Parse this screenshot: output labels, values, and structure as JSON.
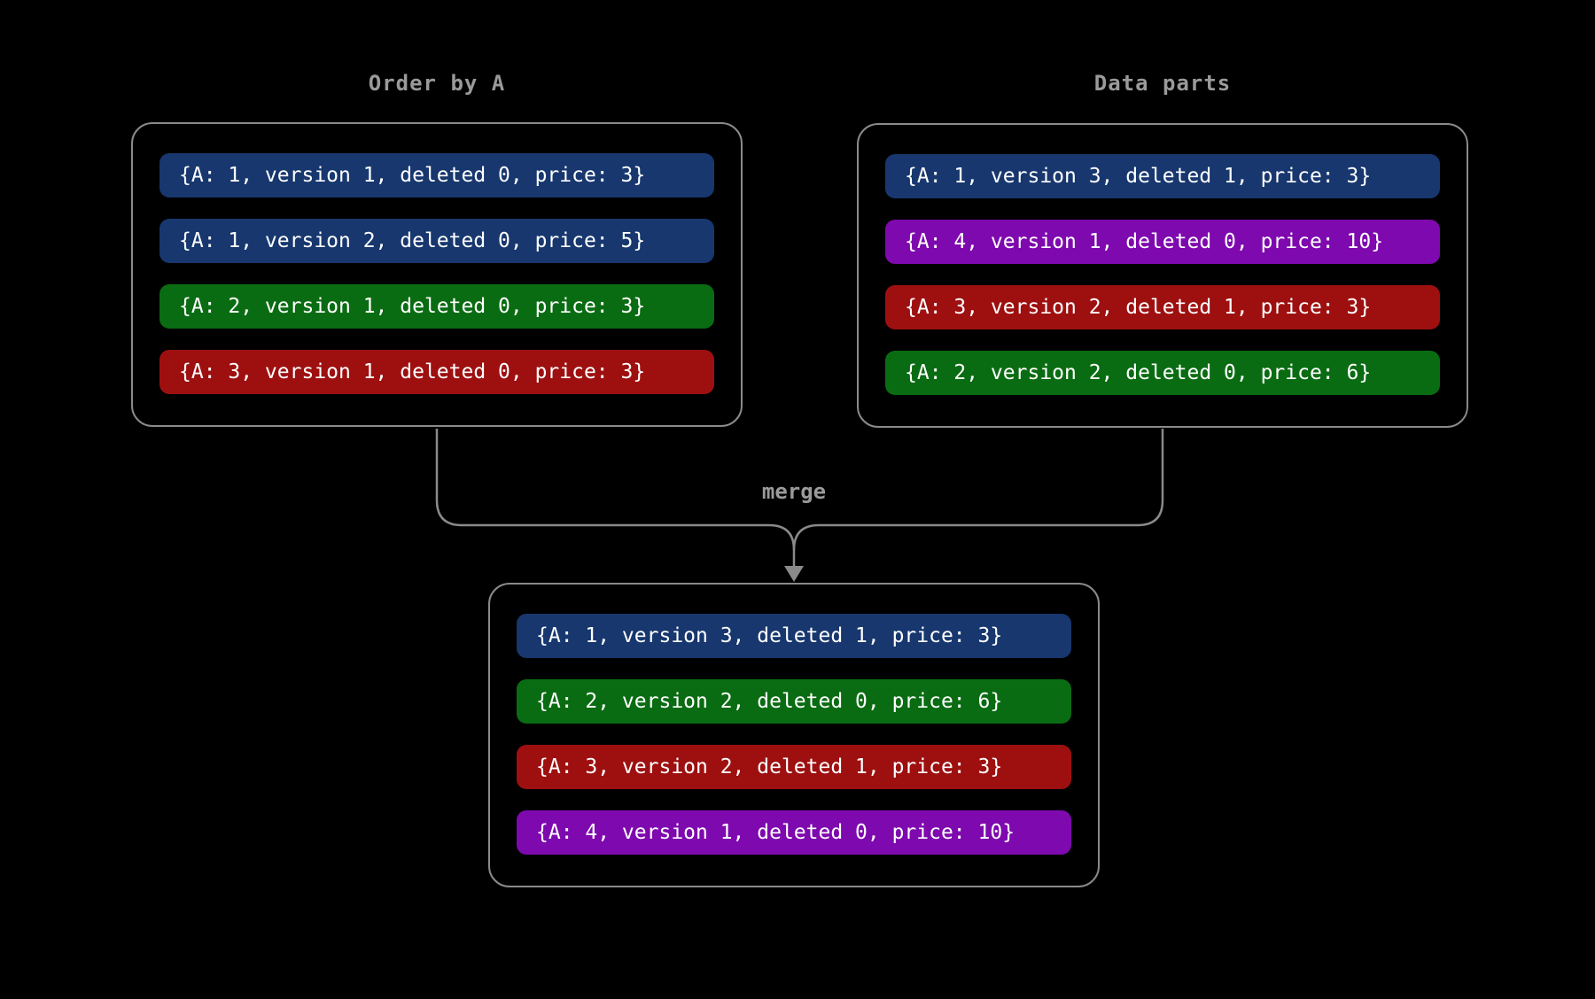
{
  "diagram": {
    "background": "#000000",
    "box_border_color": "#8a8a8a",
    "connector_color": "#8a8a8a",
    "label_color": "#9a9a9a",
    "row_text_color": "#ffffff",
    "colors": {
      "blue": "#17376e",
      "green": "#0a6c12",
      "red": "#9e1010",
      "purple": "#7e09ae"
    },
    "merge_label": "merge",
    "groups": [
      {
        "id": "order-by-a",
        "title": "Order by A",
        "rows": [
          {
            "color": "blue",
            "text": "{A: 1, version 1, deleted 0, price: 3}"
          },
          {
            "color": "blue",
            "text": "{A: 1, version 2, deleted 0, price: 5}"
          },
          {
            "color": "green",
            "text": "{A: 2, version 1, deleted 0, price: 3}"
          },
          {
            "color": "red",
            "text": "{A: 3, version 1, deleted 0, price: 3}"
          }
        ]
      },
      {
        "id": "data-parts",
        "title": "Data parts",
        "rows": [
          {
            "color": "blue",
            "text": "{A: 1, version 3, deleted 1, price: 3}"
          },
          {
            "color": "purple",
            "text": "{A: 4, version 1, deleted 0, price: 10}"
          },
          {
            "color": "red",
            "text": "{A: 3, version 2, deleted 1, price: 3}"
          },
          {
            "color": "green",
            "text": "{A: 2, version 2, deleted 0, price: 6}"
          }
        ]
      },
      {
        "id": "merged-result",
        "title": "",
        "rows": [
          {
            "color": "blue",
            "text": "{A: 1, version 3, deleted 1, price: 3}"
          },
          {
            "color": "green",
            "text": "{A: 2, version 2, deleted 0, price: 6}"
          },
          {
            "color": "red",
            "text": "{A: 3, version 2, deleted 1, price: 3}"
          },
          {
            "color": "purple",
            "text": "{A: 4, version 1, deleted 0, price: 10}"
          }
        ]
      }
    ]
  }
}
